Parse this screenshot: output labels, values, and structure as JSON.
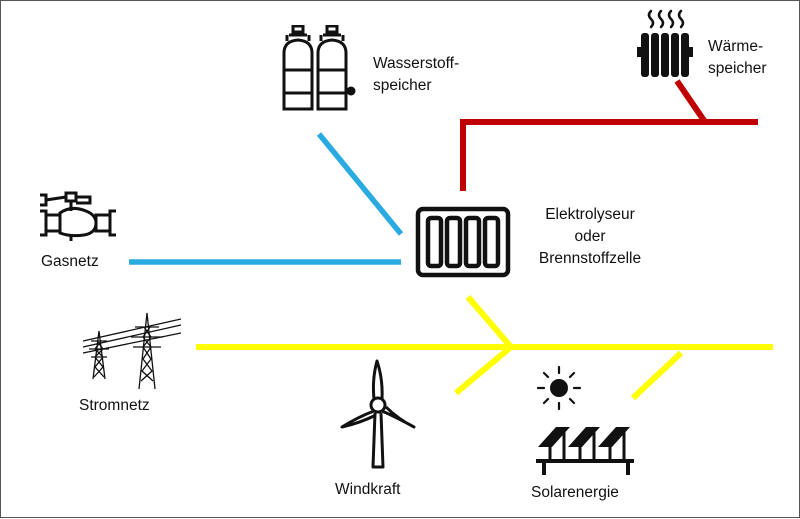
{
  "labels": {
    "hydrogen_storage": [
      "Wasserstoff-",
      "speicher"
    ],
    "heat_storage": [
      "Wärme-",
      "speicher"
    ],
    "converter": [
      "Elektrolyseur",
      "oder",
      "Brennstoffzelle"
    ],
    "gas_grid": "Gasnetz",
    "power_grid": "Stromnetz",
    "wind_power": "Windkraft",
    "solar_energy": "Solarenergie"
  },
  "colors": {
    "gas_lines": "#29abe2",
    "heat_lines": "#c00000",
    "power_lines": "#ffff00",
    "icons": "#111111"
  }
}
